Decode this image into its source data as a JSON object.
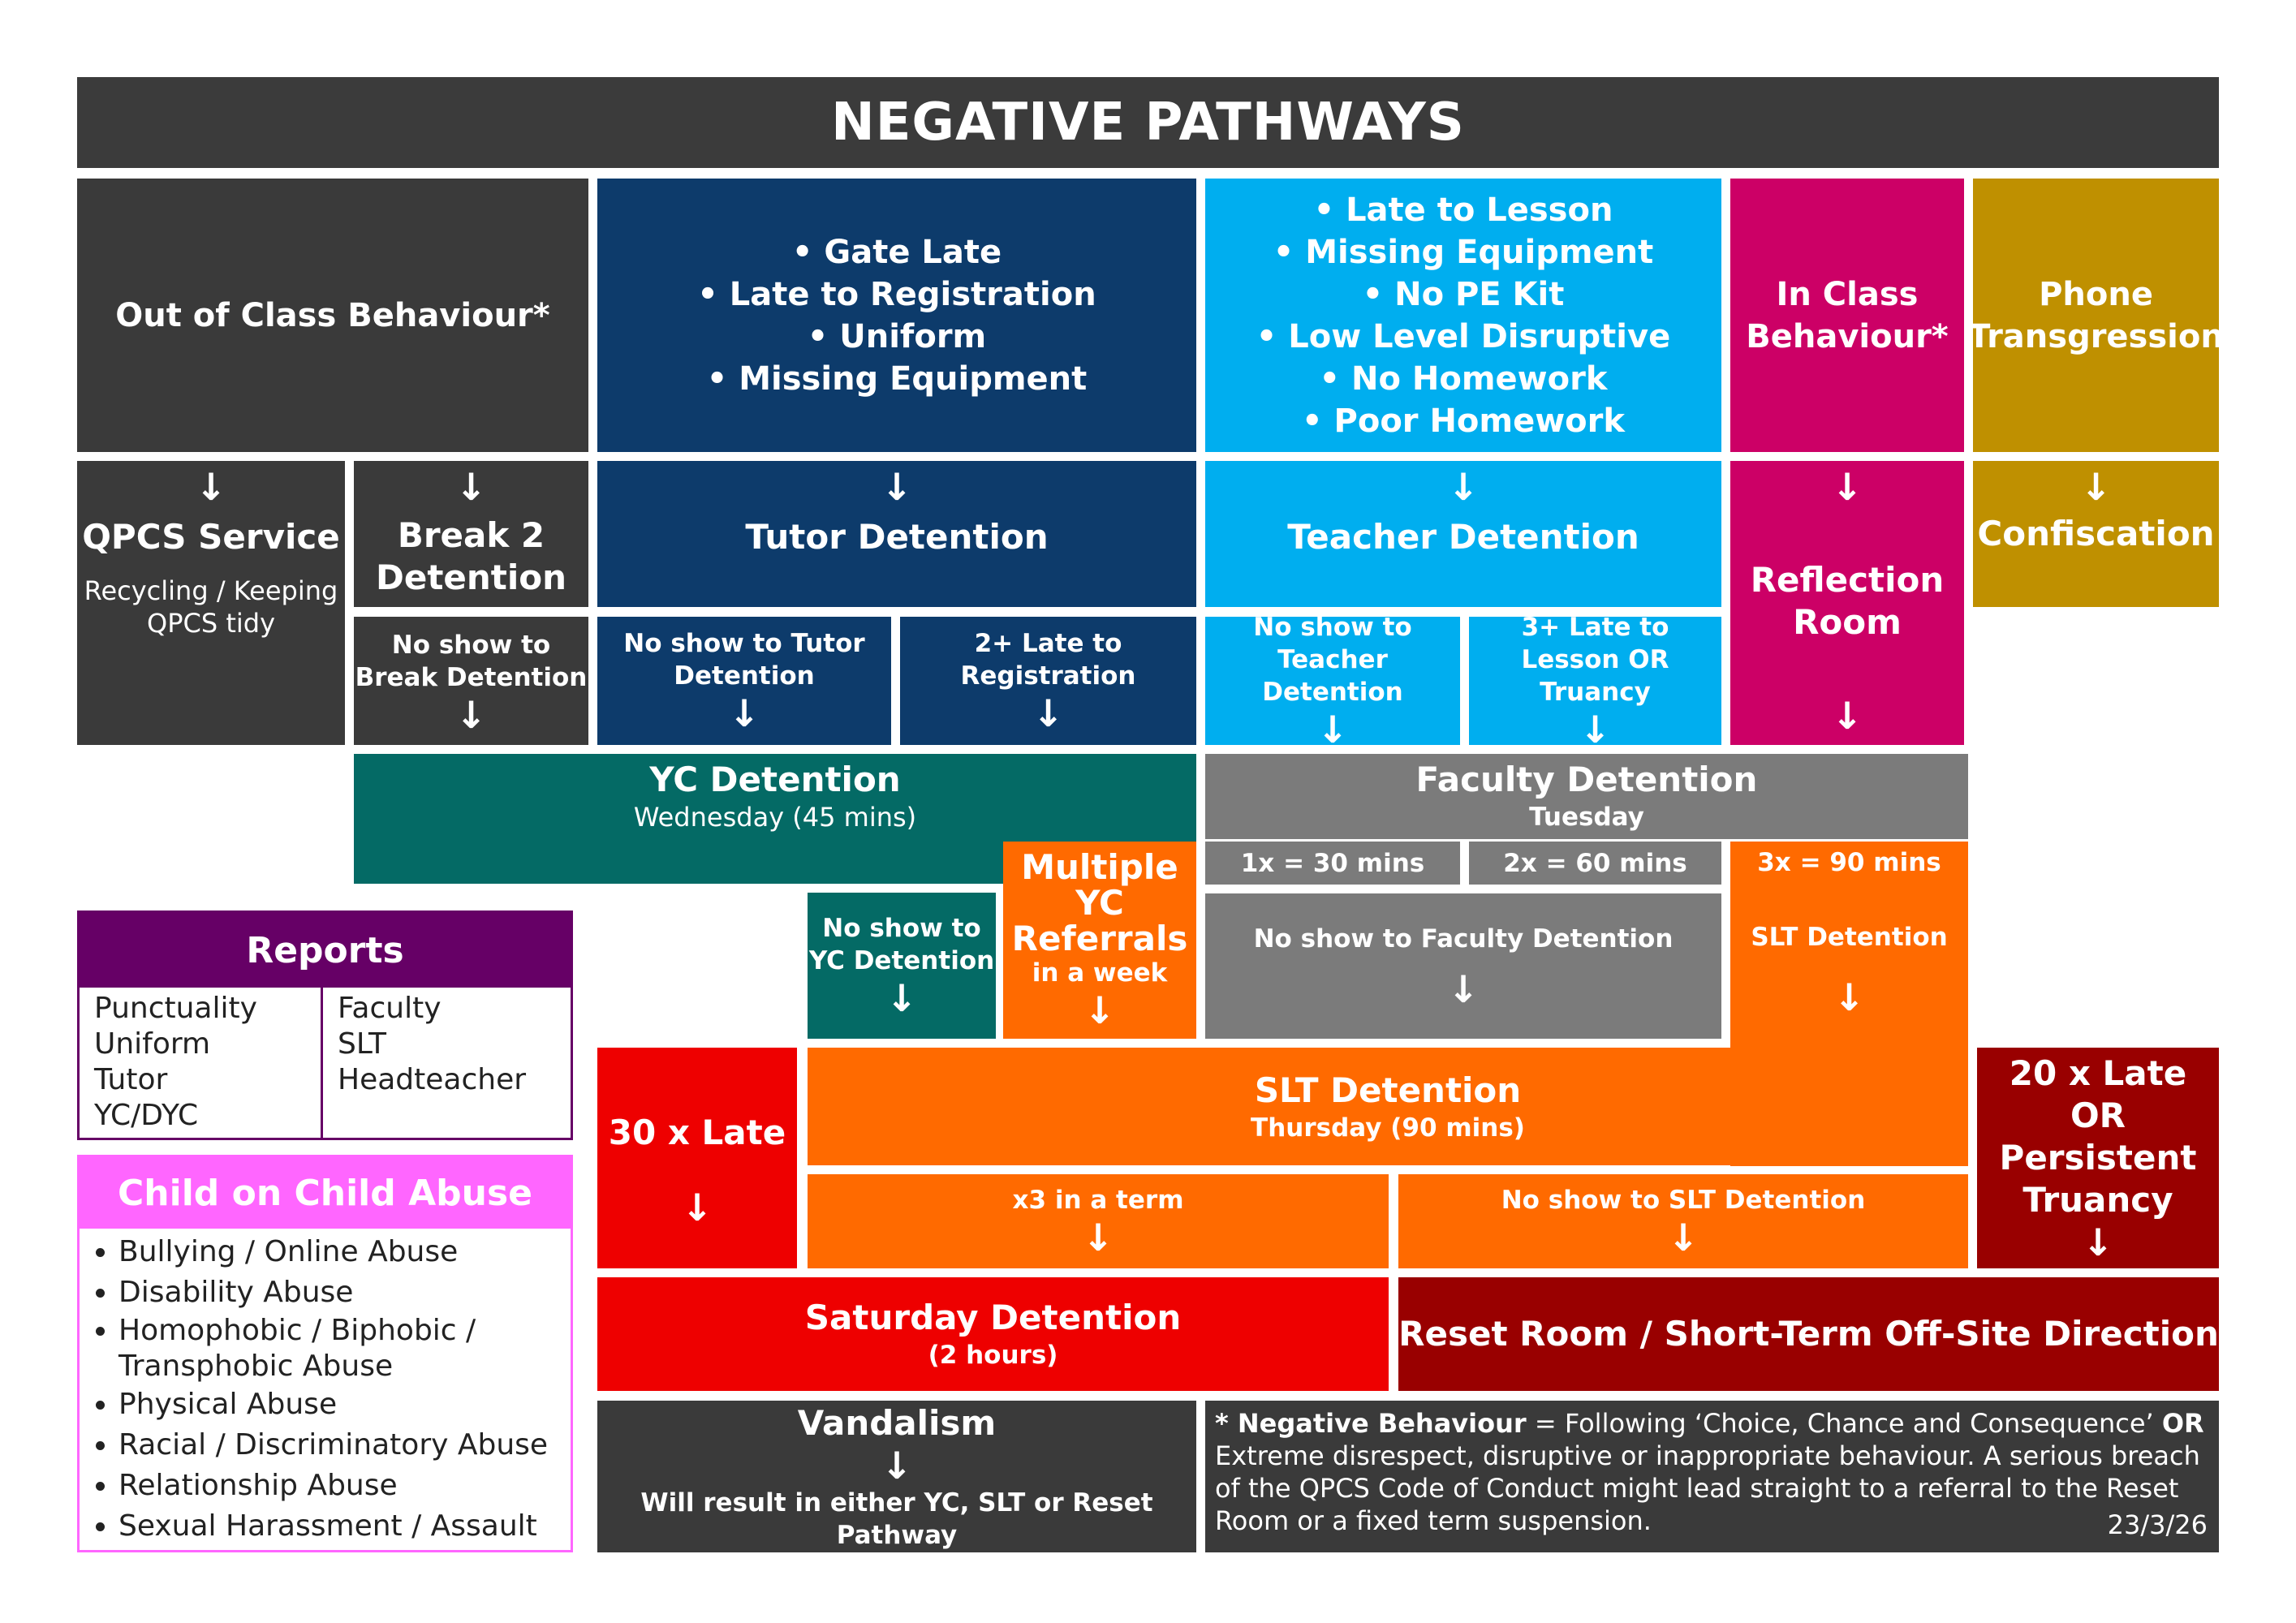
{
  "title": "NEGATIVE PATHWAYS",
  "top": {
    "out_of_class": "Out of Class Behaviour*",
    "navy_items": [
      "Gate Late",
      "Late to Registration",
      "Uniform",
      "Missing Equipment"
    ],
    "sky_items": [
      "Late to Lesson",
      "Missing Equipment",
      "No PE Kit",
      "Low Level Disruptive",
      "No Homework",
      "Poor Homework"
    ],
    "in_class": "In Class Behaviour*",
    "phone": "Phone Transgression"
  },
  "arrow": "↓",
  "second": {
    "qpcs_title": "QPCS Service",
    "qpcs_sub": "Recycling / Keeping QPCS tidy",
    "break2": "Break 2 Detention",
    "tutor_det": "Tutor Detention",
    "teacher_det": "Teacher Detention",
    "reflection": "Reflection Room",
    "confiscation": "Confiscation"
  },
  "third": {
    "no_show_break": "No show to Break Detention",
    "no_show_tutor": "No show to Tutor Detention",
    "late_reg": "2+ Late to Registration",
    "no_show_teacher": "No show to Teacher Detention",
    "late_lesson": "3+ Late to Lesson OR Truancy"
  },
  "yc": {
    "title": "YC Detention",
    "sub": "Wednesday (45 mins)"
  },
  "faculty": {
    "title": "Faculty Detention",
    "sub": "Tuesday",
    "one": "1x = 30 mins",
    "two": "2x = 60 mins",
    "three": "3x = 90 mins"
  },
  "no_show_yc": "No show to YC Detention",
  "multiple_yc": {
    "title": "Multiple YC Referrals",
    "sub": "in a week"
  },
  "no_show_faculty": "No show to Faculty Detention",
  "slt_det_small": "SLT Detention",
  "reports": {
    "title": "Reports",
    "col1": [
      "Punctuality",
      "Uniform",
      "Tutor",
      "YC/DYC"
    ],
    "col2": [
      "Faculty",
      "SLT",
      "Headteacher"
    ]
  },
  "abuse": {
    "title": "Child on Child Abuse",
    "items": [
      "Bullying / Online Abuse",
      "Disability Abuse",
      "Homophobic / Biphobic / Transphobic Abuse",
      "Physical Abuse",
      "Racial / Discriminatory Abuse",
      "Relationship Abuse",
      "Sexual Harassment / Assault"
    ]
  },
  "late30": "30 x Late",
  "slt": {
    "title": "SLT Detention",
    "sub": "Thursday (90 mins)"
  },
  "x3_term": "x3 in a term",
  "no_show_slt": "No show to SLT Detention",
  "late20": "20 x Late OR Persistent Truancy",
  "saturday": {
    "title": "Saturday Detention",
    "sub": "(2 hours)"
  },
  "reset": "Reset Room / Short-Term Off-Site Direction",
  "vandalism": {
    "title": "Vandalism",
    "sub": "Will result in either YC, SLT or Reset Pathway"
  },
  "note": {
    "bold": "* Negative Behaviour",
    "part1": " = Following ‘Choice, Chance and Consequence’ ",
    "or": "OR",
    "part2": " Extreme disrespect, disruptive or inappropriate behaviour.  A serious breach of the QPCS Code of Conduct might lead straight to a referral to the Reset Room or a fixed term suspension.",
    "date": "23/3/26"
  },
  "colors": {
    "header": "#3b3b3b",
    "dark": "#3a3a3a",
    "navy": "#0d3b6b",
    "sky": "#00aeef",
    "magenta": "#cc0066",
    "gold": "#bf9000",
    "teal": "#046a65",
    "grey": "#7b7b7b",
    "orange": "#ff6a00",
    "red": "#ee0000",
    "maroon": "#990000",
    "purple": "#660066",
    "pink": "#ff66ff"
  }
}
